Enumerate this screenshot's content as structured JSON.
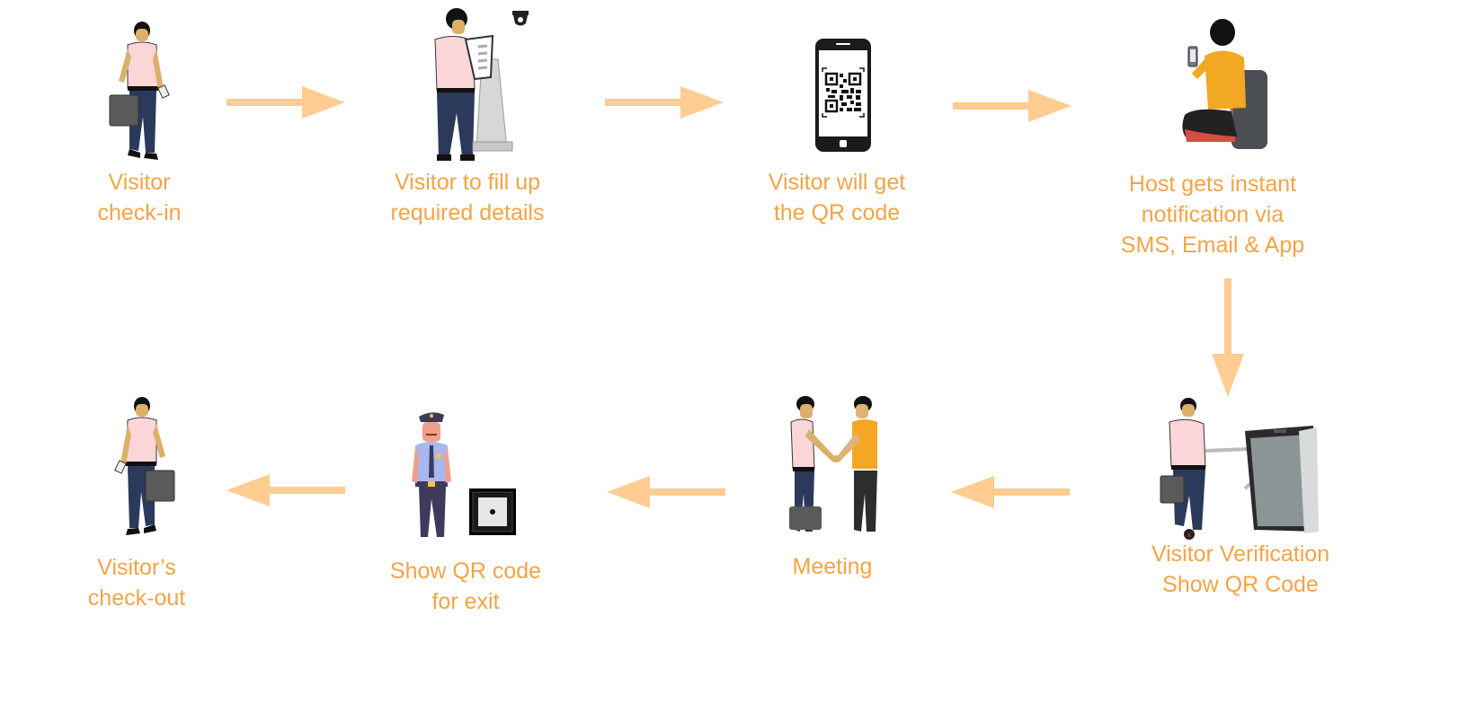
{
  "colors": {
    "label": "#f5a346",
    "arrow": "#ffcc91"
  },
  "steps": [
    {
      "id": "checkin",
      "lines": [
        "Visitor",
        "check-in"
      ],
      "icon": "walking-visitor-icon"
    },
    {
      "id": "fill-details",
      "lines": [
        "Visitor to fill up",
        "required details"
      ],
      "icon": "kiosk-visitor-icon"
    },
    {
      "id": "get-qr",
      "lines": [
        "Visitor will get",
        "the QR code"
      ],
      "icon": "phone-qr-icon"
    },
    {
      "id": "host-notify",
      "lines": [
        "Host gets instant",
        "notification via",
        "SMS, Email & App"
      ],
      "icon": "host-phone-icon"
    },
    {
      "id": "verification",
      "lines": [
        "Visitor Verification",
        "Show QR Code"
      ],
      "icon": "turnstile-icon"
    },
    {
      "id": "meeting",
      "lines": [
        "Meeting"
      ],
      "icon": "handshake-icon"
    },
    {
      "id": "exit-qr",
      "lines": [
        "Show QR code",
        "for exit"
      ],
      "icon": "guard-scanner-icon"
    },
    {
      "id": "checkout",
      "lines": [
        "Visitor’s",
        "check-out"
      ],
      "icon": "walking-visitor-icon"
    }
  ],
  "arrows": [
    {
      "from": "checkin",
      "to": "fill-details",
      "direction": "right"
    },
    {
      "from": "fill-details",
      "to": "get-qr",
      "direction": "right"
    },
    {
      "from": "get-qr",
      "to": "host-notify",
      "direction": "right"
    },
    {
      "from": "host-notify",
      "to": "verification",
      "direction": "down"
    },
    {
      "from": "verification",
      "to": "meeting",
      "direction": "left"
    },
    {
      "from": "meeting",
      "to": "exit-qr",
      "direction": "left"
    },
    {
      "from": "exit-qr",
      "to": "checkout",
      "direction": "left"
    }
  ]
}
